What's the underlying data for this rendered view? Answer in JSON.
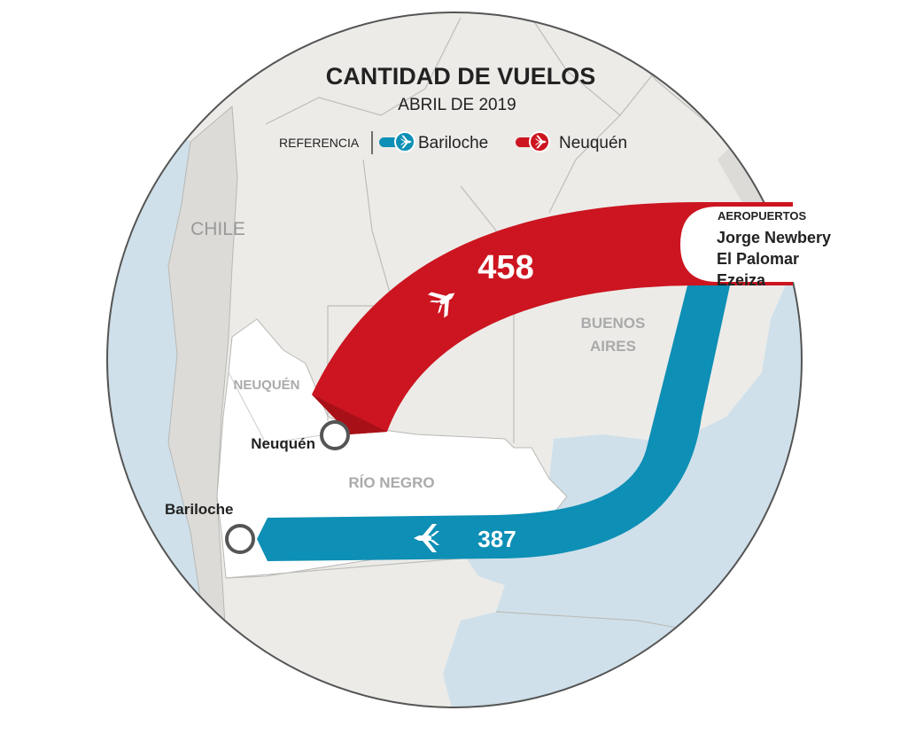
{
  "title": "CANTIDAD DE VUELOS",
  "subtitle": "ABRIL DE 2019",
  "legend": {
    "label": "REFERENCIA",
    "items": [
      {
        "name": "Bariloche",
        "color": "#0e8fb5",
        "icon": "airplane-icon"
      },
      {
        "name": "Neuquén",
        "color": "#cc1520",
        "icon": "airplane-icon"
      }
    ]
  },
  "regions": {
    "chile": "CHILE",
    "neuquen": "NEUQUÉN",
    "rio_negro": "RÍO NEGRO",
    "buenos_aires_1": "BUENOS",
    "buenos_aires_2": "AIRES"
  },
  "cities": {
    "neuquen": "Neuquén",
    "bariloche": "Bariloche"
  },
  "airports": {
    "heading": "AEROPUERTOS",
    "list": [
      "Jorge Newbery",
      "El Palomar",
      "Ezeiza"
    ]
  },
  "flows": {
    "neuquen": {
      "value": "458",
      "color": "#cc1520"
    },
    "bariloche": {
      "value": "387",
      "color": "#0e8fb5"
    }
  }
}
